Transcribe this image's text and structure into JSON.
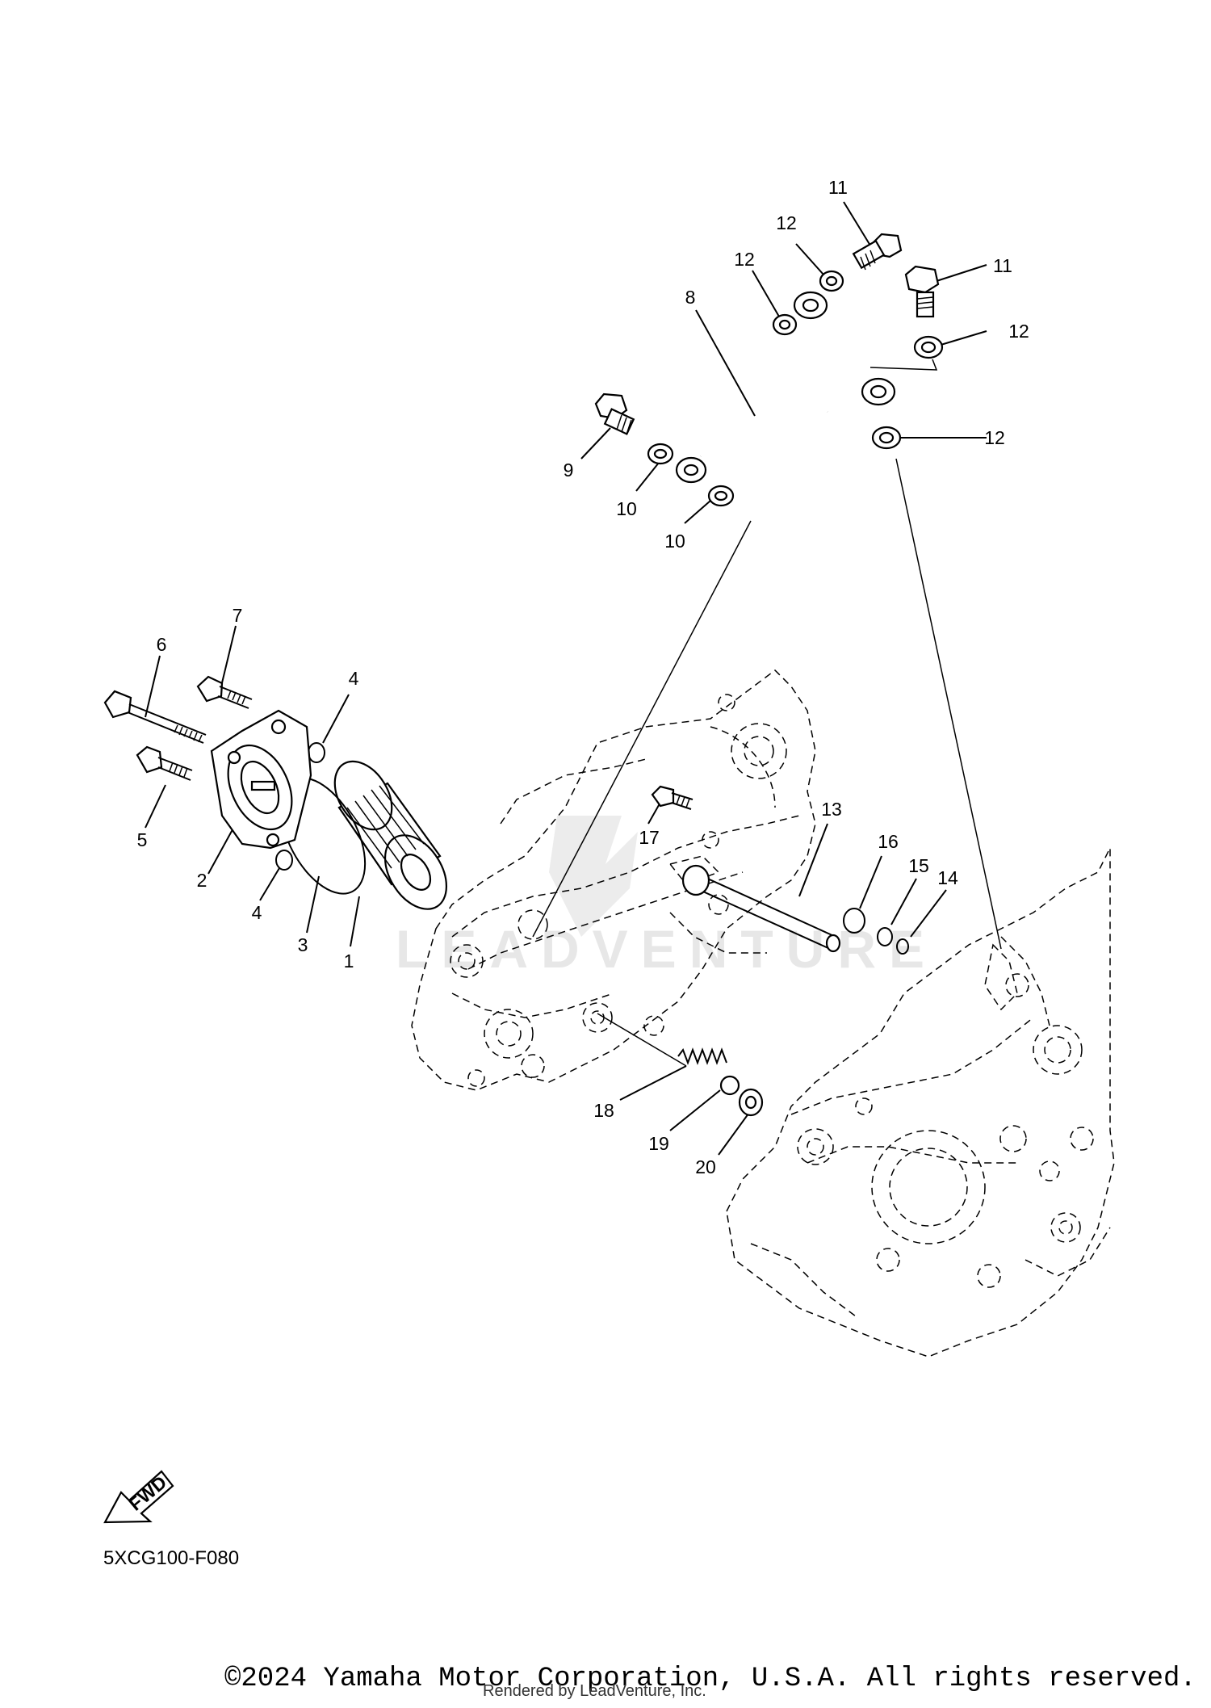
{
  "diagram": {
    "code": "5XCG100-F080",
    "fwd_label": "FWD",
    "watermark": "LEADVENTURE",
    "callouts": {
      "c1": "1",
      "c2": "2",
      "c3": "3",
      "c4a": "4",
      "c4b": "4",
      "c5": "5",
      "c6": "6",
      "c7": "7",
      "c8": "8",
      "c9": "9",
      "c10a": "10",
      "c10b": "10",
      "c11a": "11",
      "c11b": "11",
      "c12a": "12",
      "c12b": "12",
      "c12c": "12",
      "c12d": "12",
      "c13": "13",
      "c14": "14",
      "c15": "15",
      "c16": "16",
      "c17": "17",
      "c18": "18",
      "c19": "19",
      "c20": "20"
    }
  },
  "footer": {
    "copyright": "©2024 Yamaha Motor Corporation, U.S.A. All rights reserved.",
    "rendered_by": "Rendered by LeadVenture, Inc."
  }
}
